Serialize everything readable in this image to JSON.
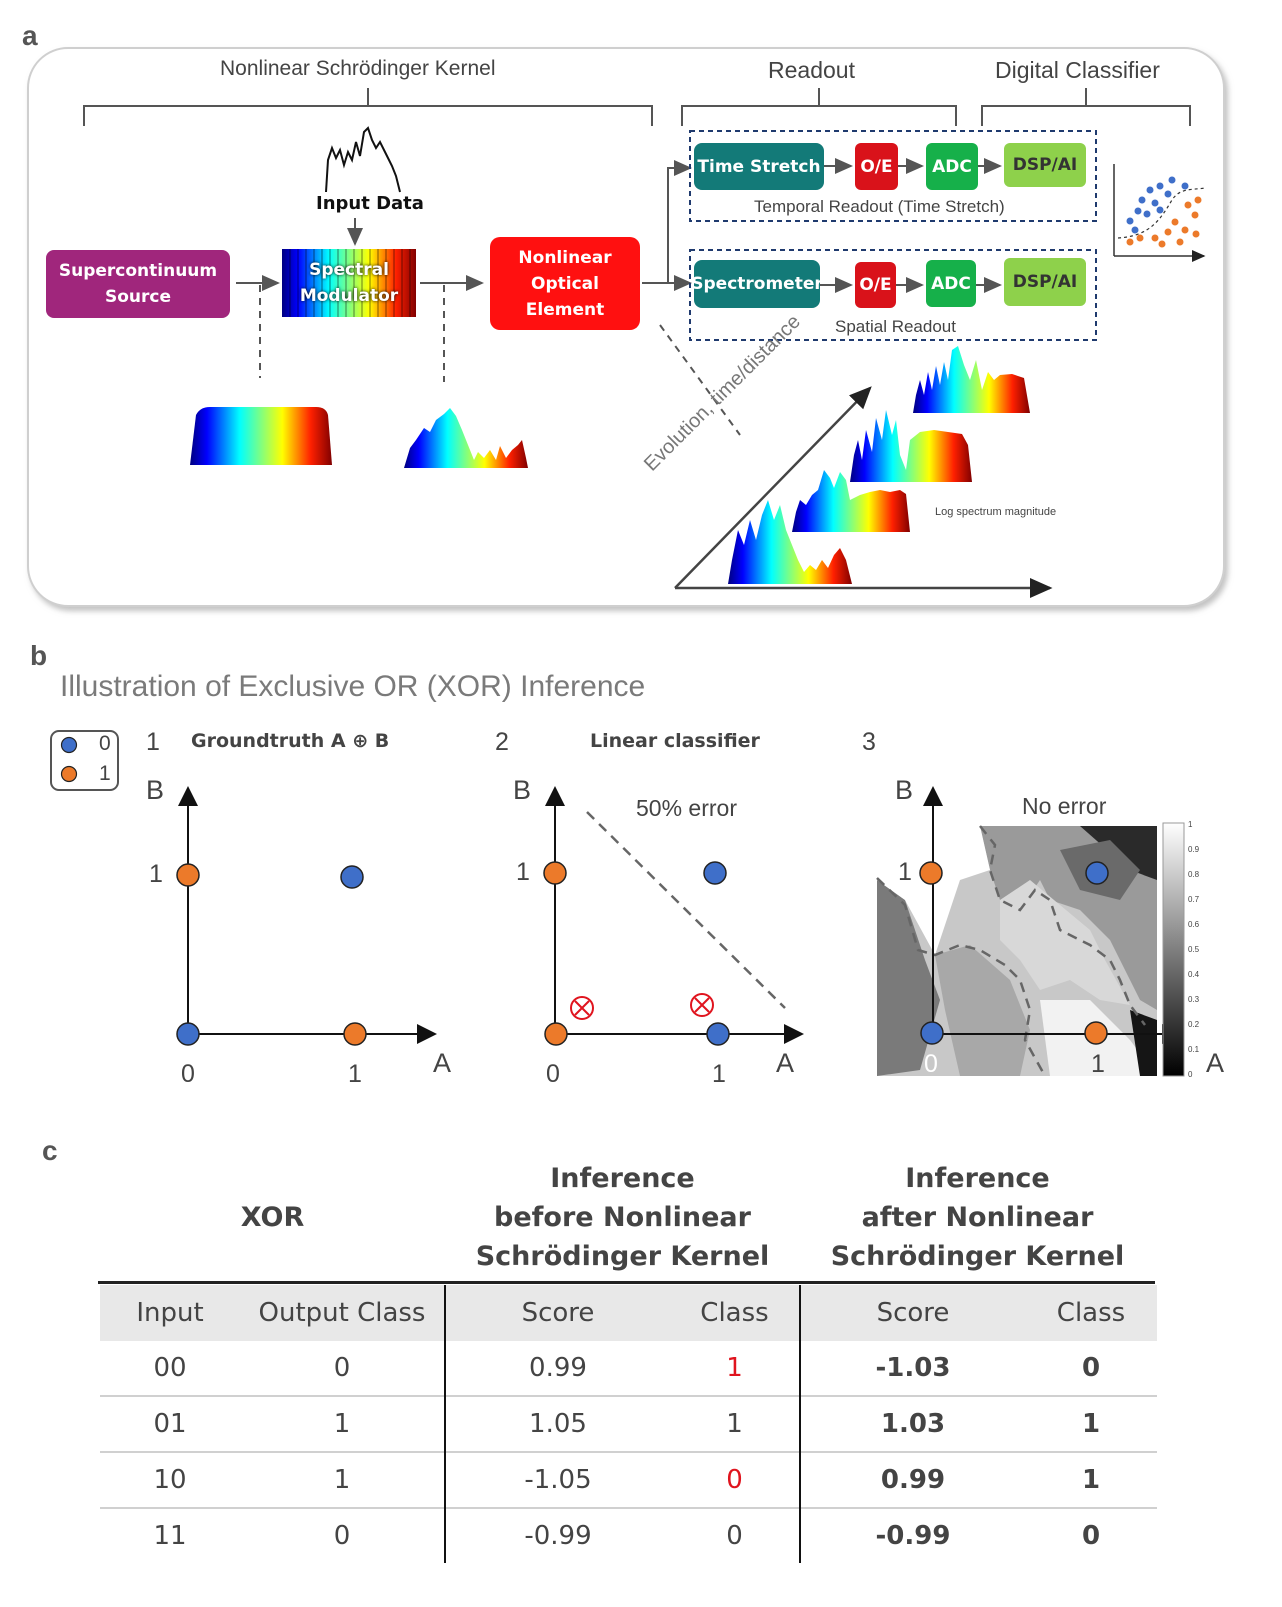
{
  "panel_a": {
    "letter": "a",
    "bracket_labels": {
      "kernel": "Nonlinear Schrödinger Kernel",
      "readout": "Readout",
      "classifier": "Digital Classifier"
    },
    "input_data_label": "Input Data",
    "boxes": {
      "source": "Supercontinuum Source",
      "modulator": "Spectral Modulator",
      "nonlinear": "Nonlinear Optical Element",
      "time_stretch": "Time Stretch",
      "spectrometer": "Spectrometer",
      "oe": "O/E",
      "adc": "ADC",
      "dsp": "DSP/AI"
    },
    "temporal_readout_label": "Temporal Readout (Time Stretch)",
    "spatial_readout_label": "Spatial Readout",
    "evolution_label": "Evolution, time/distance",
    "log_spectrum_label": "Log spectrum magnitude",
    "colors": {
      "source": "#a0267c",
      "nonlinear": "#ff1010",
      "teal": "#137a78",
      "oe": "#d9121a",
      "adc": "#16b04a",
      "dsp": "#8ed14b",
      "dash_box": "#1f3a6e"
    }
  },
  "panel_b": {
    "letter": "b",
    "title": "Illustration of Exclusive OR (XOR) Inference",
    "legend": [
      {
        "label": "0",
        "color": "#3f6fc9"
      },
      {
        "label": "1",
        "color": "#ec7a2a"
      }
    ],
    "plots": [
      {
        "number": "1",
        "title": "Groundtruth A ⊕ B",
        "note": ""
      },
      {
        "number": "2",
        "title": "Linear classifier",
        "note": "50% error"
      },
      {
        "number": "3",
        "title": "",
        "note": "No error"
      }
    ],
    "axis": {
      "x": "A",
      "y": "B",
      "tick0": "0",
      "tick1": "1"
    },
    "colorbar_ticks": [
      "1",
      "0.9",
      "0.8",
      "0.7",
      "0.6",
      "0.5",
      "0.4",
      "0.3",
      "0.2",
      "0.1",
      "0"
    ]
  },
  "panel_c": {
    "letter": "c",
    "group_headers": {
      "xor": "XOR",
      "before": "Inference before Nonlinear Schrödinger Kernel",
      "before_lines": [
        "Inference",
        "before Nonlinear",
        "Schrödinger Kernel"
      ],
      "after_lines": [
        "Inference",
        "after Nonlinear",
        "Schrödinger Kernel"
      ]
    },
    "columns": [
      "Input",
      "Output Class",
      "Score",
      "Class",
      "Score",
      "Class"
    ],
    "rows": [
      [
        "00",
        "0",
        "0.99",
        "1",
        "-1.03",
        "0"
      ],
      [
        "01",
        "1",
        "1.05",
        "1",
        "1.03",
        "1"
      ],
      [
        "10",
        "1",
        "-1.05",
        "0",
        "0.99",
        "1"
      ],
      [
        "11",
        "0",
        "-0.99",
        "0",
        "-0.99",
        "0"
      ]
    ],
    "highlight_color": "#e0141e"
  }
}
